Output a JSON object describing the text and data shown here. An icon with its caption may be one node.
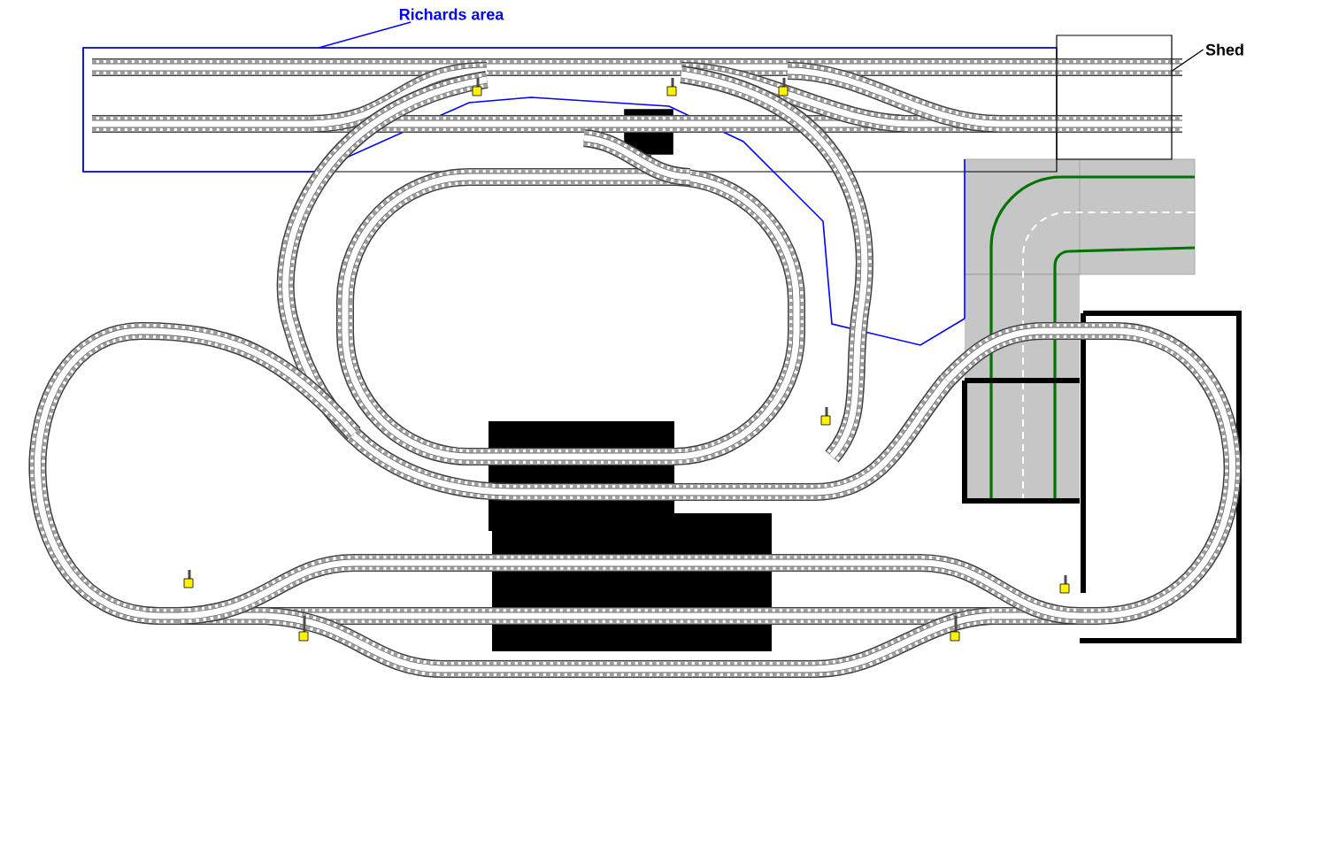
{
  "diagram": {
    "nodes": [
      {
        "text": [
          "Richards area"
        ]
      },
      {
        "text": [
          "Shed"
        ]
      },
      {
        "text": [],
        "shape": "box"
      }
    ],
    "edges": [
      {
        "from": 0,
        "to": null,
        "arrow": "none",
        "color": "#0000ff"
      },
      {
        "from": 1,
        "to": 2,
        "arrow": "none",
        "color": "#000000"
      }
    ]
  }
}
